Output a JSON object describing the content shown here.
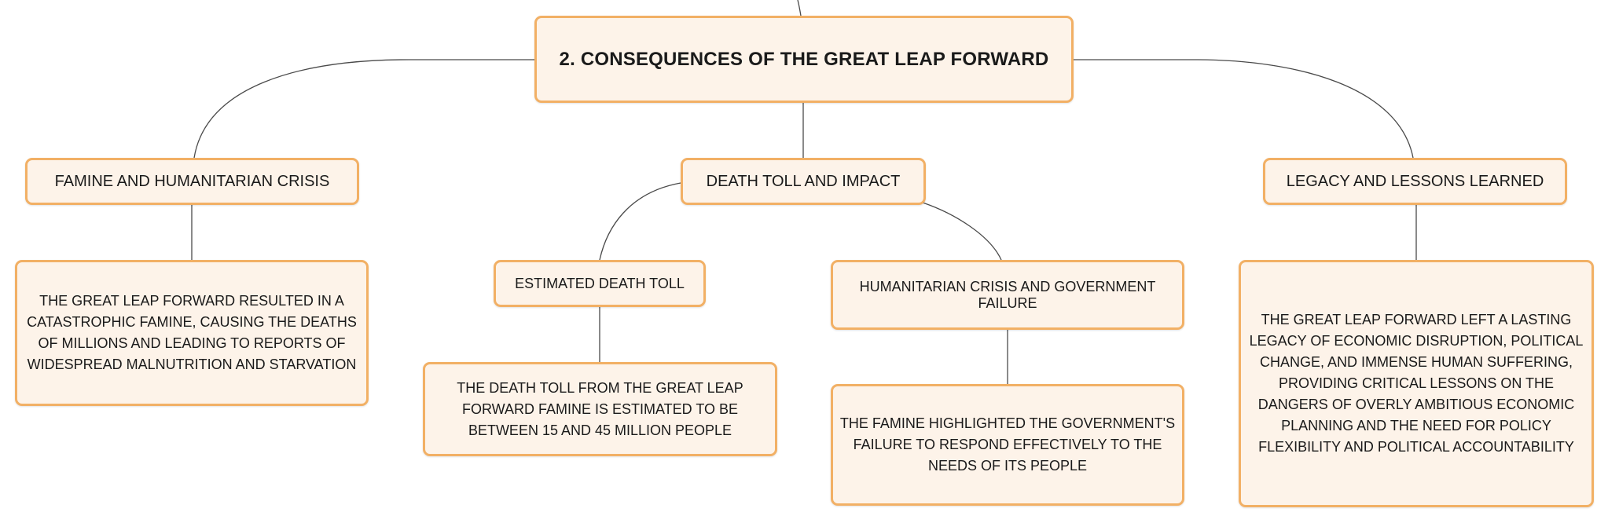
{
  "diagram": {
    "root": "2. CONSEQUENCES OF THE GREAT LEAP FORWARD",
    "branches": [
      {
        "title": "FAMINE AND HUMANITARIAN CRISIS",
        "detail": "THE GREAT LEAP FORWARD RESULTED IN A CATASTROPHIC FAMINE, CAUSING THE DEATHS OF MILLIONS AND LEADING TO REPORTS OF WIDESPREAD MALNUTRITION AND STARVATION"
      },
      {
        "title": "DEATH TOLL AND IMPACT",
        "children": [
          {
            "title": "ESTIMATED DEATH TOLL",
            "detail": "THE DEATH TOLL FROM THE GREAT LEAP FORWARD FAMINE IS ESTIMATED TO BE BETWEEN 15 AND 45 MILLION PEOPLE"
          },
          {
            "title": "HUMANITARIAN CRISIS AND GOVERNMENT FAILURE",
            "detail": "THE FAMINE HIGHLIGHTED THE GOVERNMENT'S FAILURE TO RESPOND EFFECTIVELY TO THE NEEDS OF ITS PEOPLE"
          }
        ]
      },
      {
        "title": "LEGACY AND LESSONS LEARNED",
        "detail": "THE GREAT LEAP FORWARD LEFT A LASTING LEGACY OF ECONOMIC DISRUPTION, POLITICAL CHANGE, AND IMMENSE HUMAN SUFFERING, PROVIDING CRITICAL LESSONS ON THE DANGERS OF OVERLY AMBITIOUS ECONOMIC PLANNING AND THE NEED FOR POLICY FLEXIBILITY AND POLITICAL ACCOUNTABILITY"
      }
    ]
  },
  "colors": {
    "node_fill": "#fdf3e9",
    "node_border": "#f2b065",
    "connector": "#4a4a4a"
  }
}
